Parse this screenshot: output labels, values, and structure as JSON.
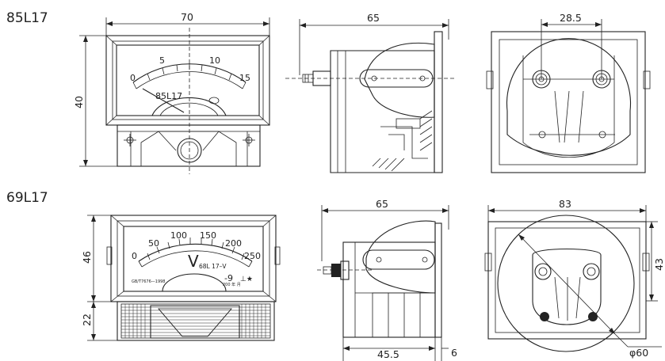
{
  "models": {
    "model1": "85L17",
    "model2": "69L17"
  },
  "top_row": {
    "front_width": "70",
    "front_height": "40",
    "side_depth": "65",
    "rear_spacing": "28.5",
    "scale_ticks": [
      "0",
      "5",
      "10",
      "15"
    ],
    "face_label": "85L17"
  },
  "bottom_row": {
    "front_height": "46",
    "base_height": "22",
    "side_depth": "65",
    "side_depth_lower": "45.5",
    "side_flange": "6",
    "rear_width": "83",
    "rear_height": "43",
    "cutout_diameter": "φ60",
    "scale_ticks": [
      "0",
      "50",
      "100",
      "150",
      "200",
      "250"
    ],
    "unit_symbol": "V",
    "face_label": "68L 17–V",
    "standard": "GB/T7676—1998",
    "class_mark": "-9",
    "class_sub": "200  年  月"
  }
}
